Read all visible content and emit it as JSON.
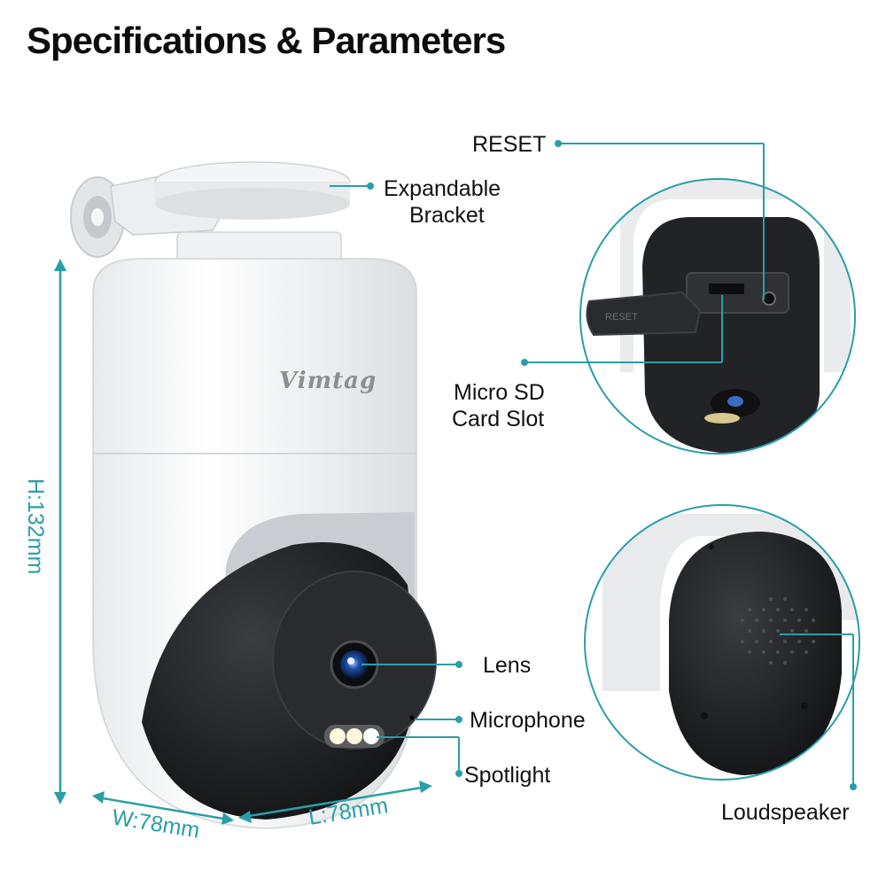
{
  "header": {
    "title": "Specifications & Parameters"
  },
  "brand": {
    "logo_text": "Vimtag"
  },
  "colors": {
    "accent": "#2a9ea7",
    "camera_white": "#f2f3f4",
    "camera_black": "#1b1c1e"
  },
  "callouts": {
    "reset": "RESET",
    "bracket_line1": "Expandable",
    "bracket_line2": "Bracket",
    "sd_line1": "Micro SD",
    "sd_line2": "Card Slot",
    "lens": "Lens",
    "microphone": "Microphone",
    "spotlight": "Spotlight",
    "loudspeaker": "Loudspeaker"
  },
  "dimensions": {
    "height": "H:132mm",
    "width": "W:78mm",
    "length": "L:78mm"
  },
  "inset": {
    "reset_tab_text": "RESET"
  }
}
